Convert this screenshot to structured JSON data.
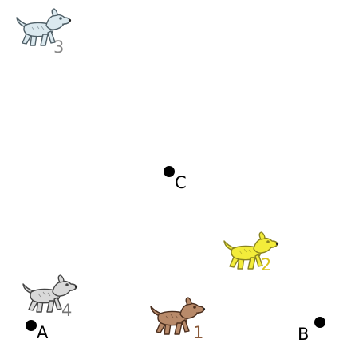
{
  "points": [
    {
      "id": "A",
      "label": "A"
    },
    {
      "id": "B",
      "label": "B"
    },
    {
      "id": "C",
      "label": "C"
    }
  ],
  "dogs": [
    {
      "id": "dog1",
      "number": "1",
      "body_color": "#b88a6a",
      "outline": "#4a2e1e",
      "number_color": "#8a5a3a"
    },
    {
      "id": "dog2",
      "number": "2",
      "body_color": "#f3ec3a",
      "outline": "#8a8420",
      "number_color": "#d8c21a"
    },
    {
      "id": "dog3",
      "number": "3",
      "body_color": "#dbe9ef",
      "outline": "#4e5e66",
      "number_color": "#888888"
    },
    {
      "id": "dog4",
      "number": "4",
      "body_color": "#d9d9d9",
      "outline": "#444444",
      "number_color": "#777777"
    }
  ]
}
